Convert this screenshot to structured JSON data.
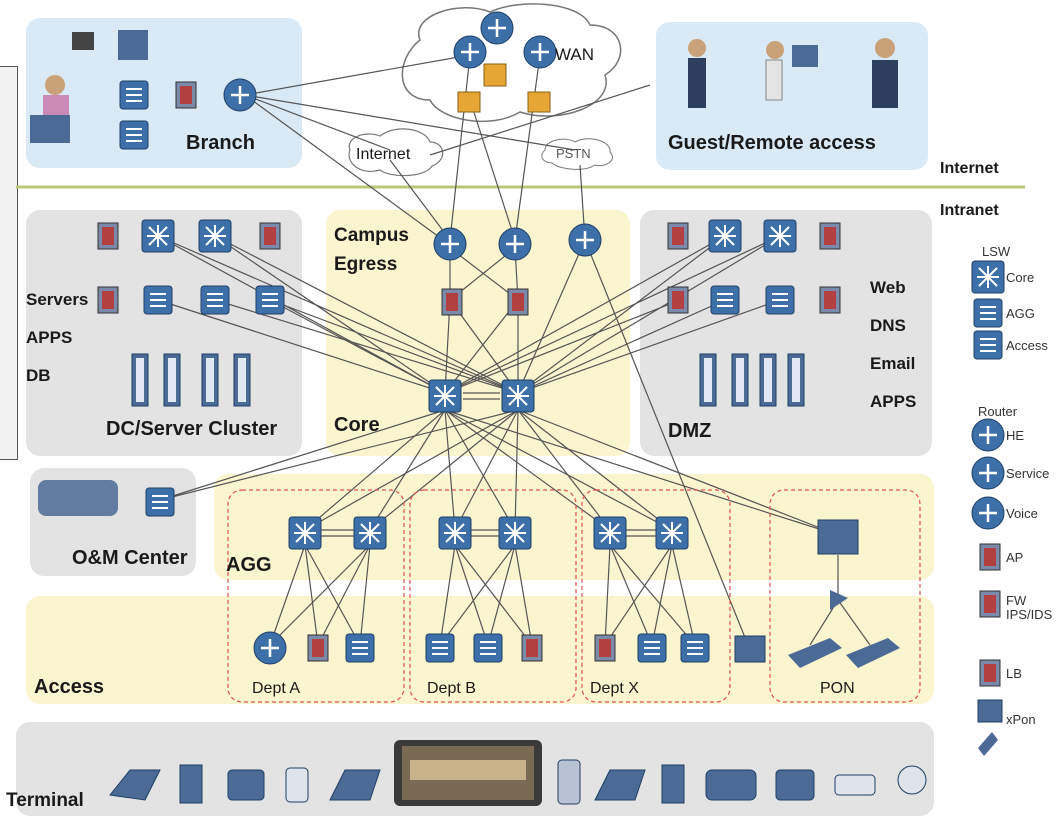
{
  "zones": {
    "branch": "Branch",
    "wan": "WAN",
    "guest": "Guest/Remote access",
    "internet_cloud": "Internet",
    "pstn_cloud": "PSTN",
    "campus_egress_1": "Campus",
    "campus_egress_2": "Egress",
    "dc_cluster": "DC/Server Cluster",
    "core": "Core",
    "dmz": "DMZ",
    "om_center": "O&M Center",
    "agg": "AGG",
    "access": "Access",
    "terminal": "Terminal"
  },
  "boundary": {
    "internet": "Internet",
    "intranet": "Intranet"
  },
  "dc_labels": [
    "Servers",
    "APPS",
    "DB"
  ],
  "dmz_labels": [
    "Web",
    "DNS",
    "Email",
    "APPS"
  ],
  "departments": [
    "Dept A",
    "Dept B",
    "Dept X",
    "PON"
  ],
  "legend": {
    "lsw_title": "LSW",
    "lsw_items": [
      "Core",
      "AGG",
      "Access"
    ],
    "router_title": "Router",
    "router_items": [
      "HE",
      "Service",
      "Voice"
    ],
    "other_items": [
      "AP",
      "FW\nIPS/IDS",
      "LB",
      "xPon"
    ]
  },
  "colors": {
    "zone_gray": "#e3e3e3",
    "zone_blue": "#dcebf6",
    "zone_yellow": "#fbf6d2",
    "device_blue": "#3d6fa8",
    "device_red": "#b34040",
    "boundary_line": "#b8c77a",
    "dashed_red": "#e05050"
  }
}
